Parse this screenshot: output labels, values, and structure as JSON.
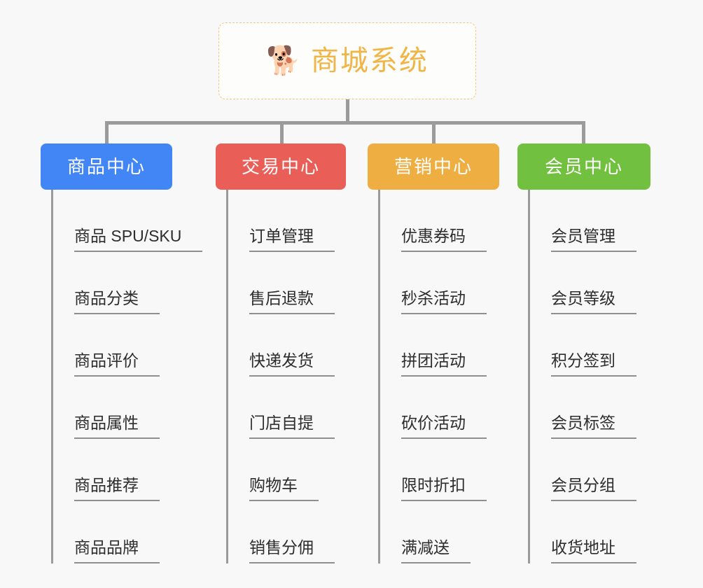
{
  "background_color": "#f8f8f8",
  "root": {
    "icon": "shiba-dog-face-emoji",
    "emoji": "🐕",
    "title": "商城系统",
    "color": "#f0b544",
    "border_color": "#eec77a"
  },
  "connector_color": "#9b9b9b",
  "columns": [
    {
      "header": "商品中心",
      "color": "#4285f4",
      "items": [
        "商品 SPU/SKU",
        "商品分类",
        "商品评价",
        "商品属性",
        "商品推荐",
        "商品品牌"
      ]
    },
    {
      "header": "交易中心",
      "color": "#e95f57",
      "items": [
        "订单管理",
        "售后退款",
        "快递发货",
        "门店自提",
        "购物车",
        "销售分佣"
      ]
    },
    {
      "header": "营销中心",
      "color": "#eeae42",
      "items": [
        "优惠券码",
        "秒杀活动",
        "拼团活动",
        "砍价活动",
        "限时折扣",
        "满减送"
      ]
    },
    {
      "header": "会员中心",
      "color": "#72c040",
      "items": [
        "会员管理",
        "会员等级",
        "积分签到",
        "会员标签",
        "会员分组",
        "收货地址"
      ]
    }
  ]
}
